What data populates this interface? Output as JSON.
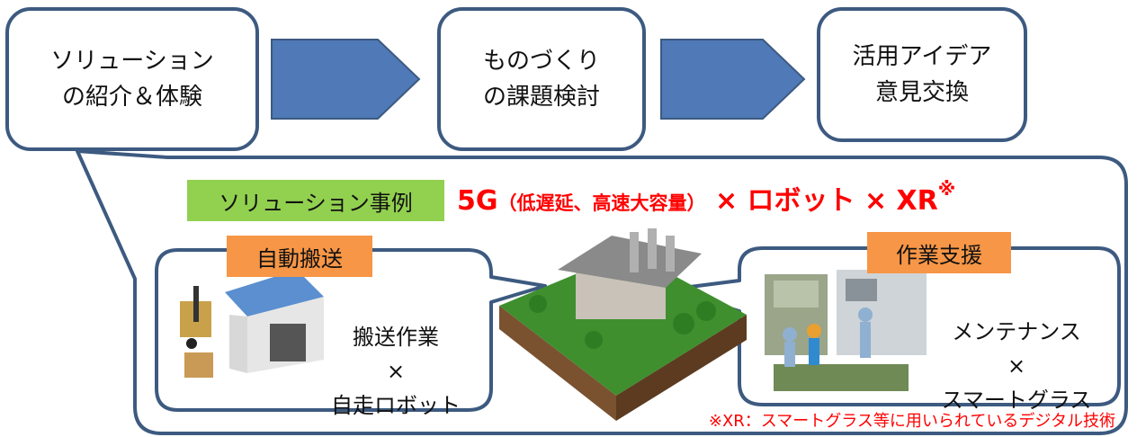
{
  "steps": [
    {
      "label": "ソリューション\nの紹介＆体験"
    },
    {
      "label": "ものづくり\nの課題検討"
    },
    {
      "label": "活用アイデア\n意見交換"
    }
  ],
  "examples_tag": "ソリューション事例",
  "headline": {
    "prefix": "5G",
    "paren": "（低遅延、高速大容量）",
    "rest": " × ロボット × XR",
    "mark": "※"
  },
  "left_case": {
    "tag": "自動搬送",
    "text": "搬送作業\n×\n自走ロボット"
  },
  "right_case": {
    "tag": "作業支援",
    "text": "メンテナンス\n×\nスマートグラス"
  },
  "footnote": "※XR：スマートグラス等に用いられているデジタル技術",
  "colors": {
    "border": "#3d5a80",
    "arrow": "#4f79b7",
    "green_tag": "#92d050",
    "orange_tag": "#f79646",
    "red_text": "#ff0000"
  }
}
